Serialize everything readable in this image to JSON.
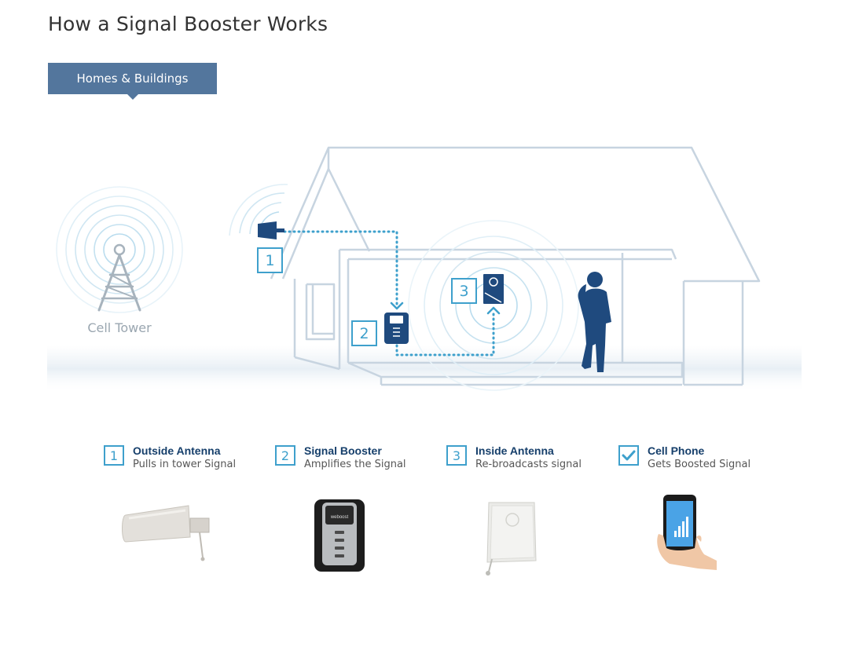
{
  "page": {
    "title": "How a Signal Booster Works"
  },
  "tabs": [
    {
      "label": "Homes & Buildings",
      "active": true
    }
  ],
  "illustration": {
    "tower_label": "Cell Tower",
    "markers": [
      "1",
      "2",
      "3"
    ]
  },
  "steps": [
    {
      "number": "1",
      "title": "Outside Antenna",
      "subtitle": "Pulls in tower Signal"
    },
    {
      "number": "2",
      "title": "Signal Booster",
      "subtitle": "Amplifies the Signal"
    },
    {
      "number": "3",
      "title": "Inside Antenna",
      "subtitle": "Re-broadcasts signal"
    },
    {
      "number": "check-icon",
      "title": "Cell Phone",
      "subtitle": "Gets Boosted Signal"
    }
  ],
  "colors": {
    "accent_blue": "#3ea0cc",
    "tab_blue": "#53769d",
    "dark_navy": "#163f6b",
    "device_navy": "#1f4a7e",
    "outline": "#c7d4e0"
  }
}
